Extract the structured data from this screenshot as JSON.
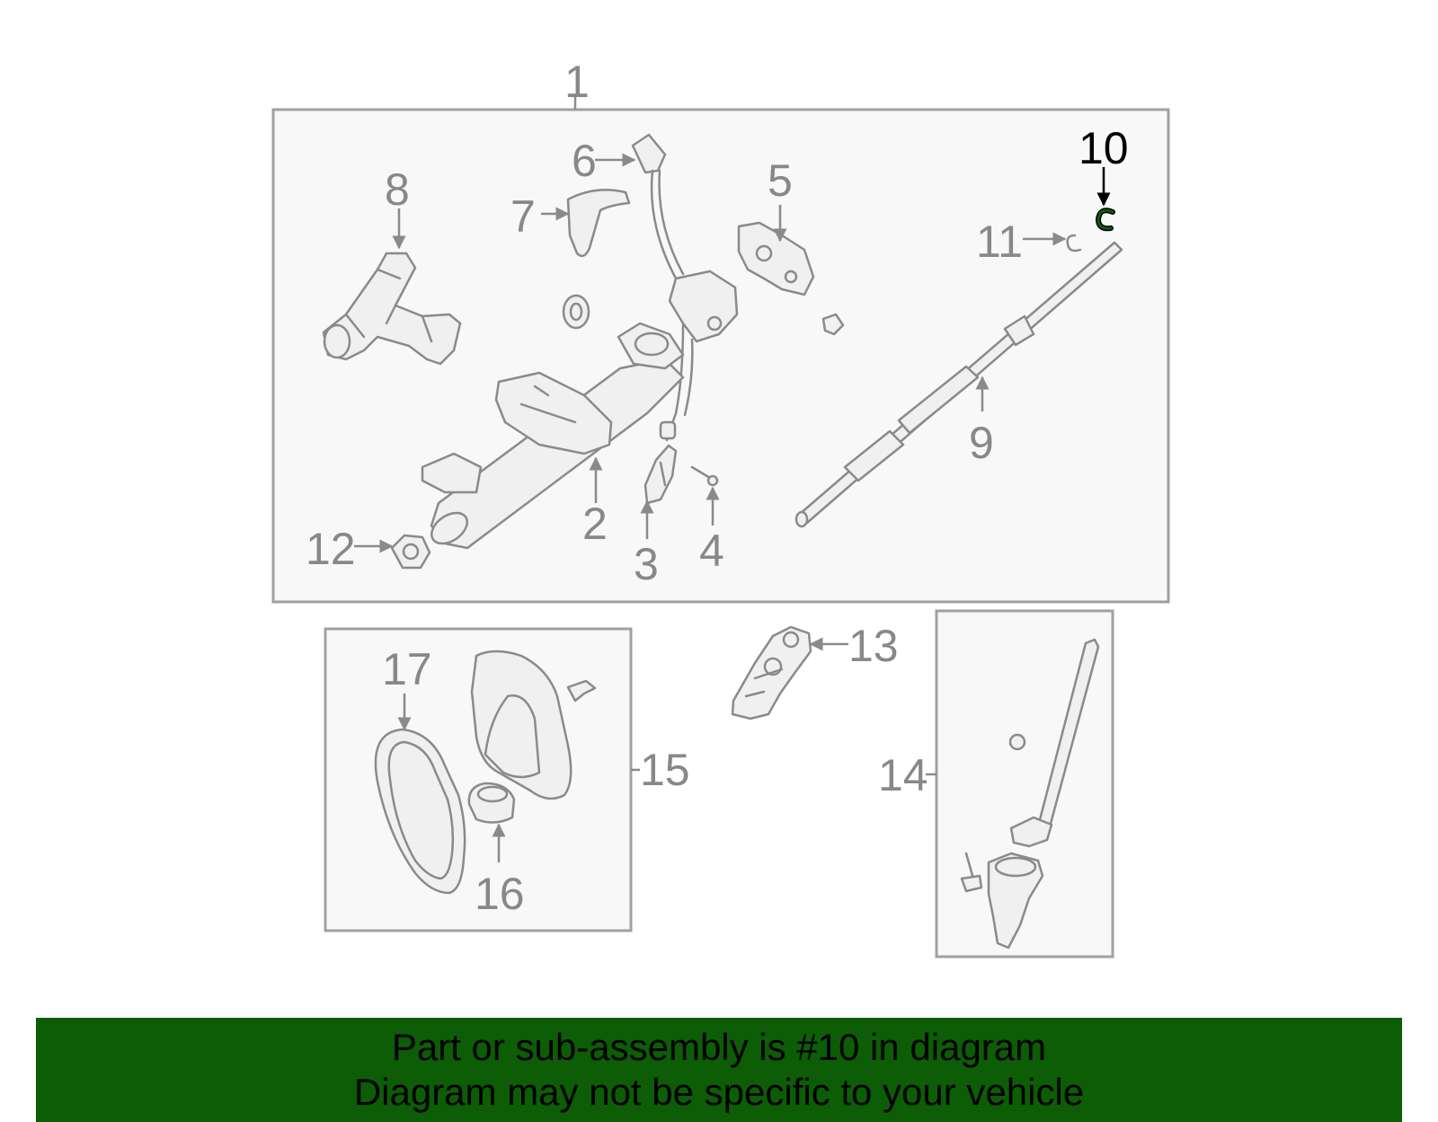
{
  "callouts": {
    "c1": "1",
    "c2": "2",
    "c3": "3",
    "c4": "4",
    "c5": "5",
    "c6": "6",
    "c7": "7",
    "c8": "8",
    "c9": "9",
    "c10": "10",
    "c11": "11",
    "c12": "12",
    "c13": "13",
    "c14": "14",
    "c15": "15",
    "c16": "16",
    "c17": "17"
  },
  "highlight": {
    "part_number": "10",
    "color": "#0d5c06"
  },
  "colors": {
    "banner": "#0d5c06",
    "line": "#8a8a8a",
    "box_fill": "#f8f8f8"
  },
  "banner": {
    "line1": "Part or sub-assembly is #10 in diagram",
    "line2": "Diagram may not be specific to your vehicle"
  }
}
